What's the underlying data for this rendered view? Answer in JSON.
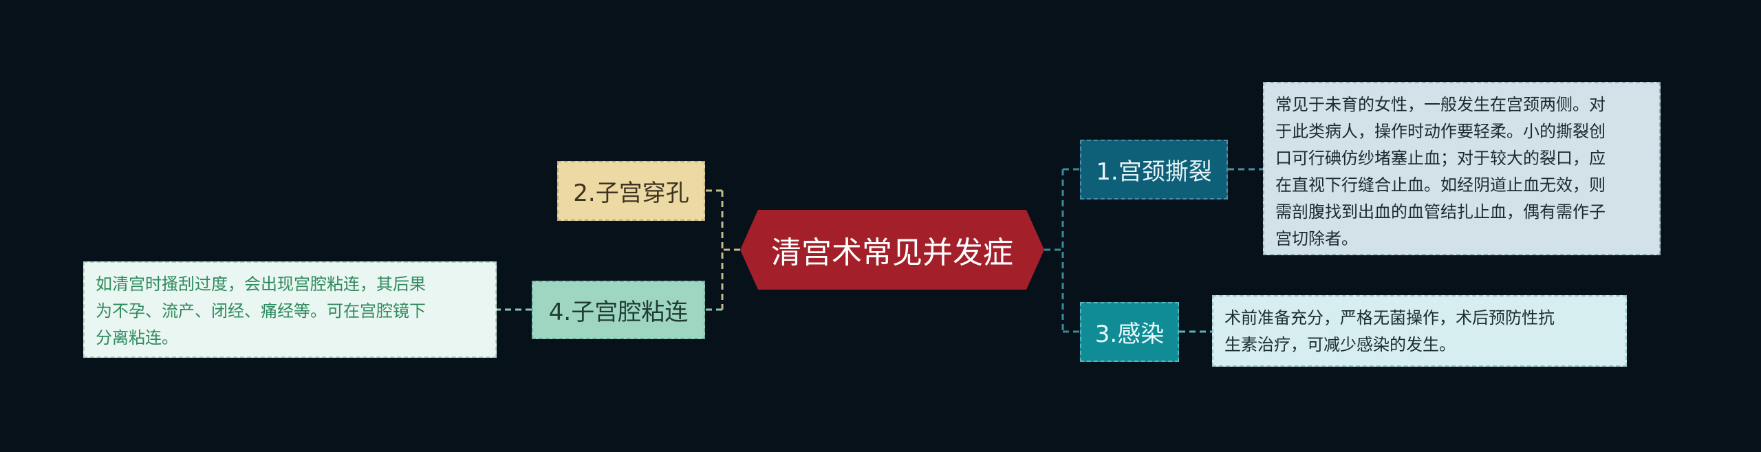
{
  "center": {
    "label": "清宫术常见并发症"
  },
  "branches": [
    {
      "label": "1.宫颈撕裂",
      "detail": "常见于未育的女性，一般发生在宫颈两侧。对\n于此类病人，操作时动作要轻柔。小的撕裂创\n口可行碘仿纱堵塞止血；对于较大的裂口，应\n在直视下行缝合止血。如经阴道止血无效，则\n需剖腹找到出血的血管结扎止血，偶有需作子\n宫切除者。"
    },
    {
      "label": "2.子宫穿孔"
    },
    {
      "label": "3.感染",
      "detail": "术前准备充分，严格无菌操作，术后预防性抗\n生素治疗，可减少感染的发生。"
    },
    {
      "label": "4.子宫腔粘连",
      "detail": "如清宫时搔刮过度，会出现宫腔粘连，其后果\n为不孕、流产、闭经、痛经等。可在宫腔镜下\n分离粘连。"
    }
  ],
  "colors": {
    "background": "#07111a",
    "center": "#a3202a",
    "branch1": "#0e5f78",
    "branch2": "#ecd9a3",
    "branch3": "#0f8c95",
    "branch4": "#9fd6c2"
  }
}
